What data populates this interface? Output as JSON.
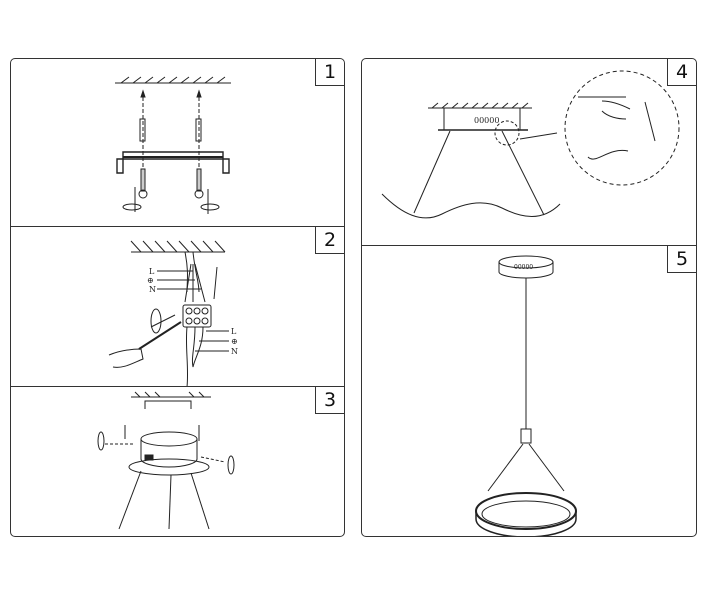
{
  "steps": [
    {
      "number": "1"
    },
    {
      "number": "2",
      "wire_labels_top": [
        "L",
        "⊕",
        "N"
      ],
      "wire_labels_bottom": [
        "L",
        "⊕",
        "N"
      ]
    },
    {
      "number": "3"
    },
    {
      "number": "4",
      "driver_label": "00000"
    },
    {
      "number": "5",
      "canopy_label": "00000"
    }
  ]
}
